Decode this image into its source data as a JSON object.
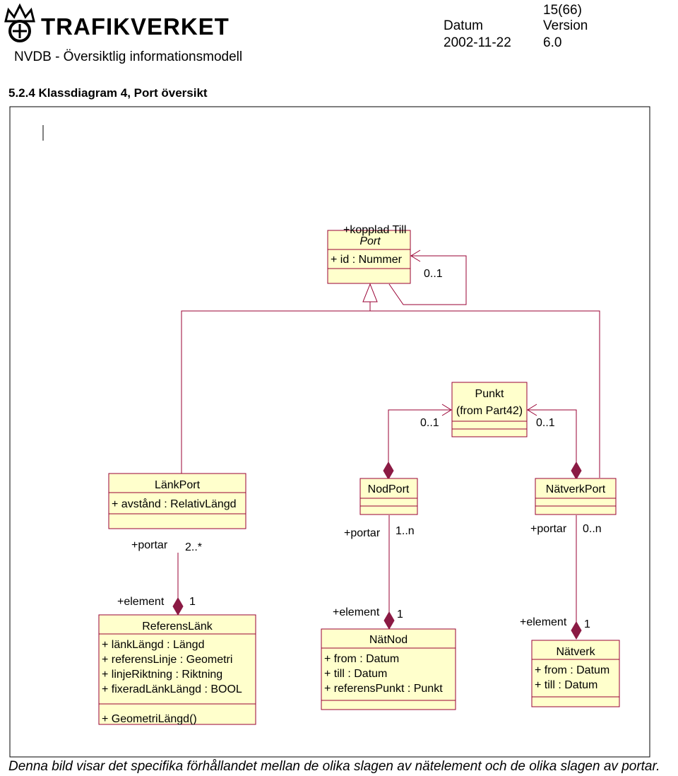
{
  "header": {
    "logo_text": "TRAFIKVERKET",
    "doc_title": "NVDB - Översiktlig informationsmodell",
    "page": "15(66)",
    "datum_label": "Datum",
    "datum_value": "2002-11-22",
    "version_label": "Version",
    "version_value": "6.0"
  },
  "section_heading": "5.2.4   Klassdiagram 4, Port översikt",
  "diagram": {
    "classes": {
      "port": {
        "role": "+kopplad Till",
        "name": "Port",
        "attributes": [
          "+ id : Nummer"
        ]
      },
      "punkt": {
        "name": "Punkt",
        "stereo": "(from Part42)"
      },
      "lankport": {
        "name": "LänkPort",
        "attributes": [
          "+ avstånd : RelativLängd"
        ]
      },
      "nodport": {
        "name": "NodPort"
      },
      "natverkport": {
        "name": "NätverkPort"
      },
      "referenslank": {
        "name": "ReferensLänk",
        "attributes": [
          "+ länkLängd : Längd",
          "+ referensLinje : Geometri",
          "+ linjeRiktning : Riktning",
          "+ fixeradLänkLängd : BOOL"
        ],
        "operations": [
          "+ GeometriLängd()"
        ]
      },
      "natnod": {
        "name": "NätNod",
        "attributes": [
          "+ from : Datum",
          "+ till : Datum",
          "+ referensPunkt : Punkt"
        ]
      },
      "natverk": {
        "name": "Nätverk",
        "attributes": [
          "+ from : Datum",
          "+ till : Datum"
        ]
      }
    },
    "labels": {
      "port_self_mult": "0..1",
      "punkt_left_mult": "0..1",
      "punkt_right_mult": "0..1",
      "lank_role": "+portar",
      "lank_mult": "2..*",
      "nod_role": "+portar",
      "nod_mult": "1..n",
      "nat_role": "+portar",
      "nat_mult": "0..n",
      "ref_role": "+element",
      "ref_mult": "1",
      "natnod_role": "+element",
      "natnod_mult": "1",
      "natverk_role": "+element",
      "natverk_mult": "1"
    }
  },
  "caption": "Denna bild visar det specifika förhållandet mellan de olika slagen av nätelement och de olika slagen av portar.",
  "colors": {
    "class_fill": "#ffffcc",
    "class_border": "#990033",
    "line": "#990033",
    "diamond": "#8b1a44"
  }
}
